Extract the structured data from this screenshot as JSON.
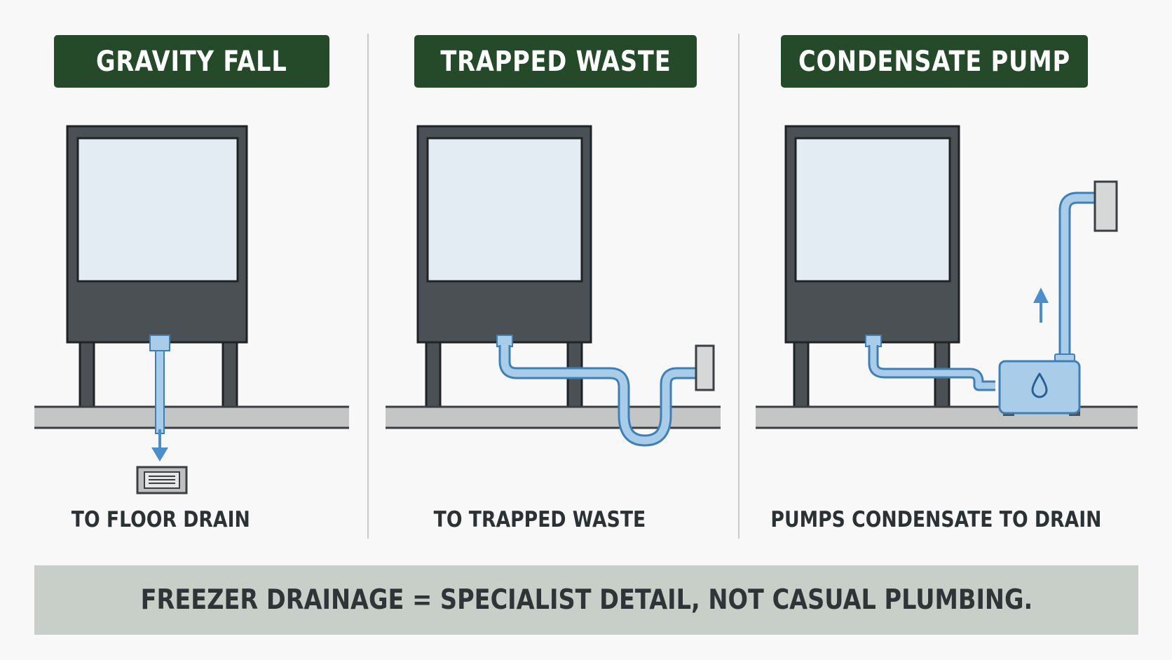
{
  "panels": [
    {
      "title": "GRAVITY FALL",
      "caption": "TO FLOOR DRAIN"
    },
    {
      "title": "TRAPPED WASTE",
      "caption": "TO TRAPPED WASTE"
    },
    {
      "title": "CONDENSATE PUMP",
      "caption": "PUMPS CONDENSATE TO DRAIN"
    }
  ],
  "footer": "FREEZER DRAINAGE = SPECIALIST DETAIL, NOT CASUAL PLUMBING.",
  "colors": {
    "header_bg": "#244a29",
    "cabinet": "#4b5054",
    "window": "#e3ecf2",
    "floor": "#c4c6c6",
    "pipe": "#a9cde8",
    "pipe_outline": "#3f7fb8",
    "arrow": "#4a8fcb",
    "footer_bg": "#c8cfc8"
  },
  "icons": [
    "floor-drain-icon",
    "water-drop-icon",
    "down-arrow-icon",
    "up-arrow-icon"
  ]
}
